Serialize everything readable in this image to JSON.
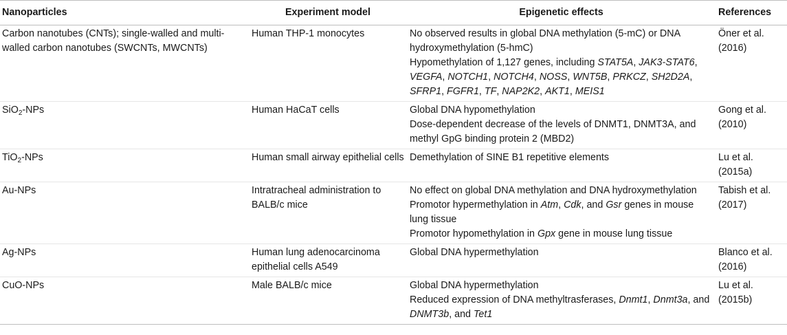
{
  "headers": {
    "nanoparticles": "Nanoparticles",
    "model": "Experiment model",
    "effects": "Epigenetic effects",
    "references": "References"
  },
  "rows": [
    {
      "np": "Carbon nanotubes (CNTs); single-walled and multi-walled carbon nanotubes (SWCNTs, MWCNTs)",
      "model": "Human THP-1 monocytes",
      "effects": [
        "No observed results in global DNA methylation (5-mC) or DNA hydroxymethylation (5-hmC)",
        "Hypomethylation of 1,127 genes, including STAT5A, JAK3-STAT6, VEGFA, NOTCH1, NOTCH4, NOSS, WNT5B, PRKCZ, SH2D2A, SFRP1, FGFR1, TF, NAP2K2, AKT1, MEIS1"
      ],
      "ref": "Öner et al. (2016)"
    },
    {
      "np_base": "SiO",
      "np_sub": "2",
      "np_rest": "-NPs",
      "model": "Human HaCaT cells",
      "effects": [
        "Global DNA hypomethylation",
        "Dose-dependent decrease of the levels of DNMT1, DNMT3A, and methyl GpG binding protein 2 (MBD2)"
      ],
      "ref": "Gong et al. (2010)"
    },
    {
      "np_base": "TiO",
      "np_sub": "2",
      "np_rest": "-NPs",
      "model": "Human small airway epithelial cells",
      "effects": [
        "Demethylation of SINE B1 repetitive elements"
      ],
      "ref": "Lu et al. (2015a)"
    },
    {
      "np": "Au-NPs",
      "model": "Intratracheal administration to BALB/c mice",
      "effects": [
        "No effect on global DNA methylation and DNA hydroxymethylation",
        "Promotor hypermethylation in Atm, Cdk, and Gsr genes in mouse lung tissue",
        "Promotor hypomethylation in Gpx gene in mouse lung tissue"
      ],
      "ref": "Tabish et al. (2017)"
    },
    {
      "np": "Ag-NPs",
      "model": "Human lung adenocarcinoma epithelial cells A549",
      "effects": [
        "Global DNA hypermethylation"
      ],
      "ref": "Blanco et al. (2016)"
    },
    {
      "np": "CuO-NPs",
      "model": "Male BALB/c mice",
      "effects": [
        "Global DNA hypermethylation",
        "Reduced expression of DNA methyltrasferases, Dnmt1, Dnmt3a, and DNMT3b, and Tet1"
      ],
      "ref": "Lu et al. (2015b)"
    }
  ]
}
